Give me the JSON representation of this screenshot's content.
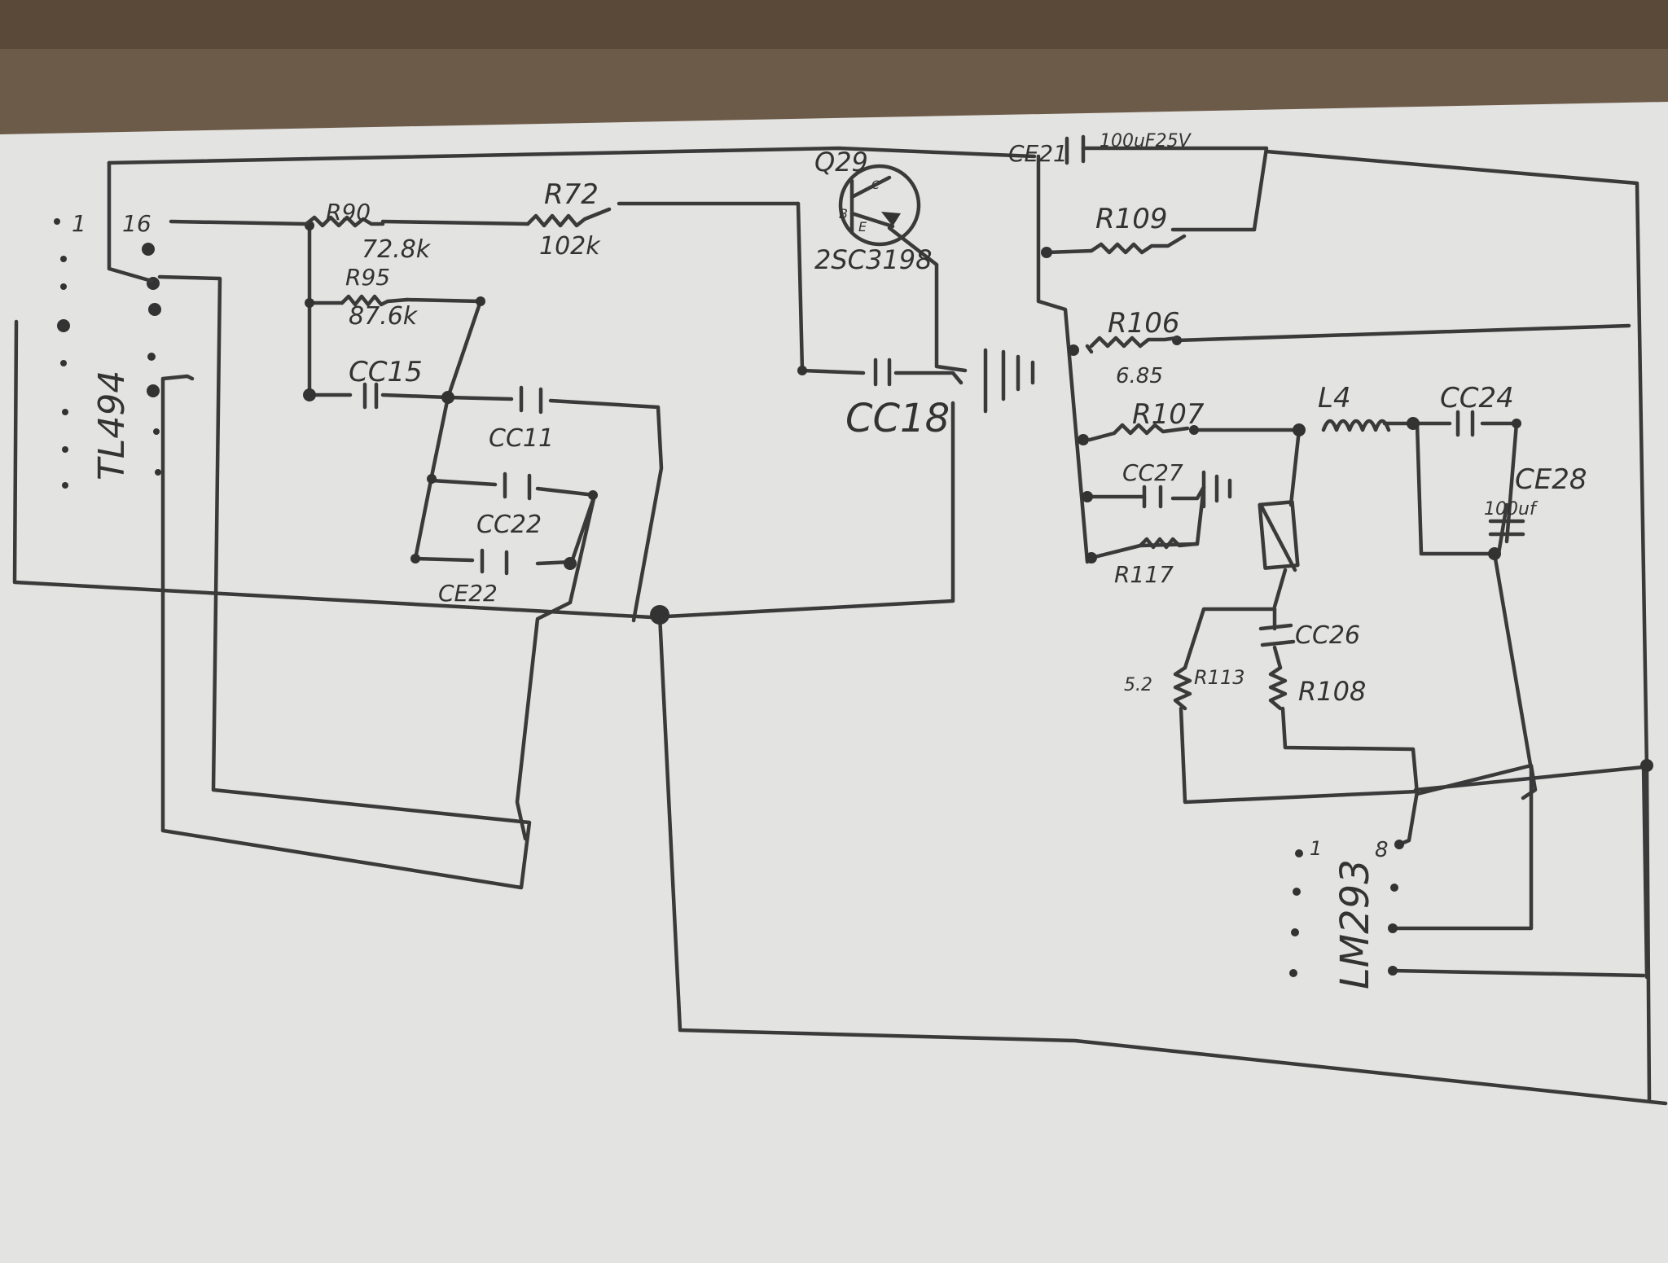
{
  "labels": {
    "tl494": "TL494",
    "tl494_pin1": "1",
    "tl494_pin16": "16",
    "r90": "R90",
    "r90_value": "72.8k",
    "r72": "R72",
    "r72_value": "102k",
    "r95": "R95",
    "r95_value": "87.6k",
    "cc15": "CC15",
    "cc11": "CC11",
    "cc22": "CC22",
    "ce22": "CE22",
    "q29": "Q29",
    "q29_part": "2SC3198",
    "q29_b": "B",
    "q29_e": "E",
    "q29_c": "C",
    "cc18": "CC18",
    "ce21": "CE21",
    "ce21_value": "100uF25V",
    "r109": "R109",
    "r106": "R106",
    "r106_value": "6.85",
    "r107": "R107",
    "cc27": "CC27",
    "r117": "R117",
    "l4": "L4",
    "cc24": "CC24",
    "ce28": "CE28",
    "ce28_value": "100uf",
    "cc26": "CC26",
    "r113": "R113",
    "r113_value": "5.2",
    "r108": "R108",
    "lm293": "LM293",
    "lm293_pin1": "1",
    "lm293_pin8": "8"
  }
}
